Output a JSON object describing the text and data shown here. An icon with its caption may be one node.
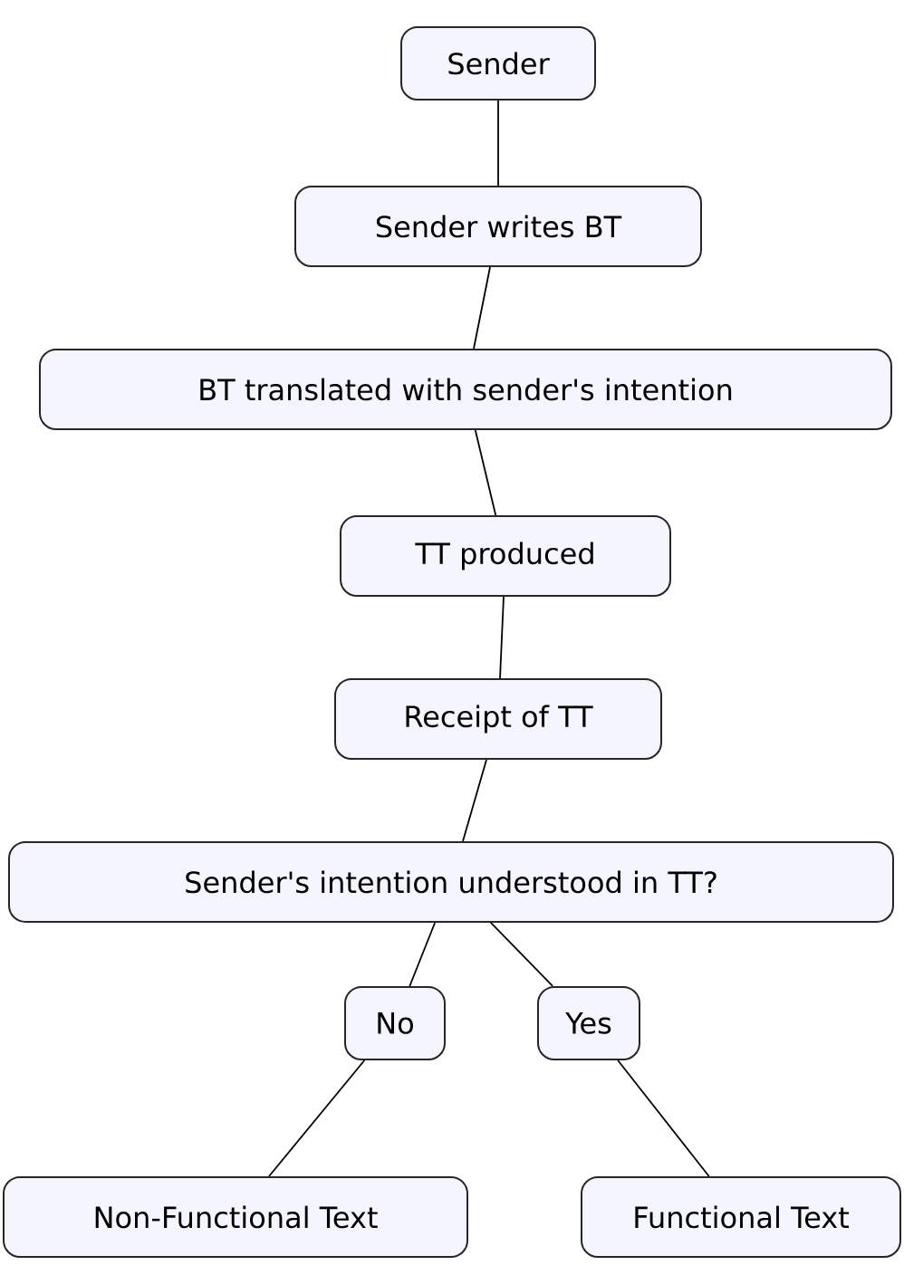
{
  "diagram": {
    "nodes": [
      {
        "text": [
          "Sender"
        ]
      },
      {
        "text": [
          "Sender writes BT"
        ]
      },
      {
        "text": [
          "BT translated with sender's intention"
        ]
      },
      {
        "text": [
          "TT produced"
        ]
      },
      {
        "text": [
          "Receipt of TT"
        ]
      },
      {
        "text": [
          "Sender's intention understood in TT?"
        ]
      },
      {
        "text": [
          "No"
        ]
      },
      {
        "text": [
          "Yes"
        ]
      },
      {
        "text": [
          "Non-Functional Text"
        ]
      },
      {
        "text": [
          "Functional Text"
        ]
      }
    ],
    "edges": [
      {
        "from": 0,
        "to": 1,
        "arrow": "none"
      },
      {
        "from": 1,
        "to": 2,
        "arrow": "none"
      },
      {
        "from": 2,
        "to": 3,
        "arrow": "none"
      },
      {
        "from": 3,
        "to": 4,
        "arrow": "none"
      },
      {
        "from": 4,
        "to": 5,
        "arrow": "none"
      },
      {
        "from": 5,
        "to": 6,
        "arrow": "none"
      },
      {
        "from": 5,
        "to": 7,
        "arrow": "none"
      },
      {
        "from": 6,
        "to": 8,
        "arrow": "none"
      },
      {
        "from": 7,
        "to": 9,
        "arrow": "none"
      }
    ]
  }
}
